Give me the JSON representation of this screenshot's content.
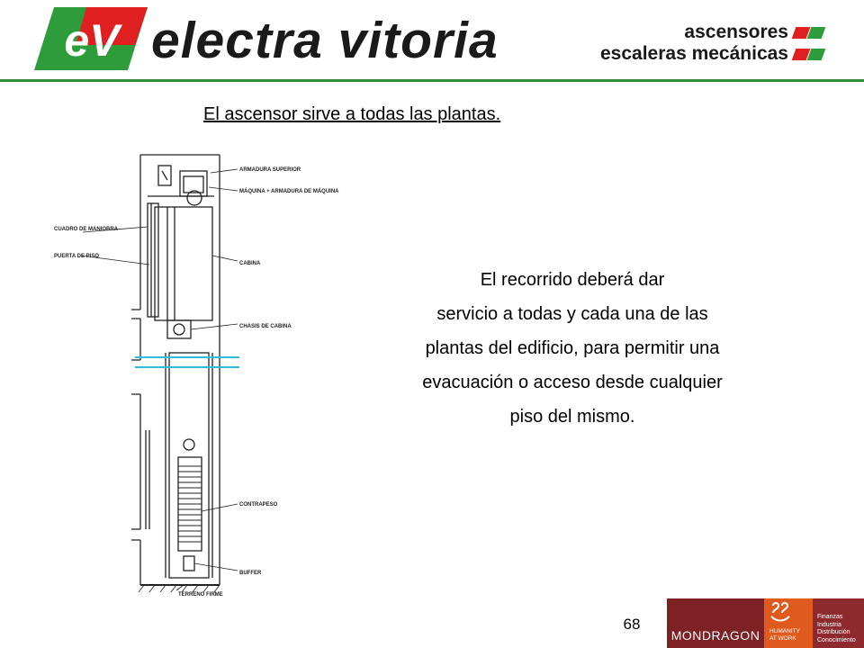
{
  "header": {
    "logo_letters": "eV",
    "brand": "electra vitoria",
    "tagline_1": "ascensores",
    "tagline_2": "escaleras mecánicas",
    "colors": {
      "red": "#e02020",
      "green": "#2e9c3a",
      "rule": "#2f8f3a"
    }
  },
  "title": "El ascensor sirve a todas las plantas.",
  "diagram": {
    "labels": {
      "armadura_superior": "ARMADURA SUPERIOR",
      "maquina": "MÁQUINA + ARMADURA DE MÁQUINA",
      "cuadro_maniobra": "CUADRO DE MANIOBRA",
      "puerta_piso": "PUERTA DE PISO",
      "cabina": "CABINA",
      "chasis_cabina": "CHASIS DE CABINA",
      "contrapeso": "CONTRAPESO",
      "buffer": "BUFFER",
      "terreno_firme": "TERRENO FIRME"
    }
  },
  "body": {
    "lines": [
      "El recorrido deberá dar",
      "servicio a todas y cada una de las",
      "plantas del edificio, para permitir una",
      "evacuación o acceso desde cualquier",
      "piso del mismo."
    ]
  },
  "footer": {
    "page_number": "68",
    "mondragon": "MONDRAGON",
    "humanity": "HUMANITY\nAT WORK",
    "side_lines": [
      "Finanzas",
      "Industria",
      "Distribución",
      "Conocimiento"
    ],
    "colors": {
      "mondragon": "#7e2125",
      "humanity": "#e05a1e"
    }
  }
}
